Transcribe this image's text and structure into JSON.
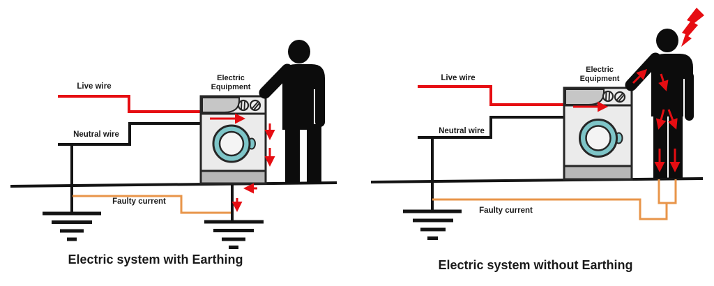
{
  "colors": {
    "live_wire_red": "#e60d12",
    "arrow_red": "#e60d12",
    "bolt_red": "#e60d12",
    "faulty_orange": "#e8954a",
    "wire_black": "#141414",
    "figure_black": "#0c0c0c",
    "machine_body_gray": "#ebebeb",
    "machine_trim_gray": "#b7b7b7",
    "drawer_gray": "#c6c6c6",
    "door_teal": "#7ec5c8",
    "door_inner": "#f4f4f4",
    "outline_dark": "#262626",
    "label_black": "#1a1a1a"
  },
  "left": {
    "caption": "Electric system with Earthing",
    "live_wire": "Live wire",
    "neutral_wire": "Neutral wire",
    "faulty_current": "Faulty current",
    "equipment_line1": "Electric",
    "equipment_line2": "Equipment"
  },
  "right": {
    "caption": "Electric system without Earthing",
    "live_wire": "Live wire",
    "neutral_wire": "Neutral wire",
    "faulty_current": "Faulty current",
    "equipment_line1": "Electric",
    "equipment_line2": "Equipment"
  }
}
